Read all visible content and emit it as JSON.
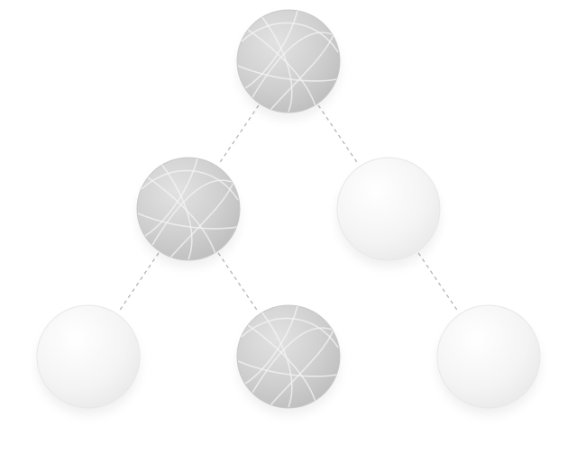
{
  "tree": {
    "nodes": [
      {
        "id": "root",
        "parent": null,
        "state": "patterned",
        "color": "#cfcfcf"
      },
      {
        "id": "left",
        "parent": "root",
        "state": "patterned",
        "color": "#cfcfcf"
      },
      {
        "id": "right",
        "parent": "root",
        "state": "plain",
        "color": "#f3f3f3"
      },
      {
        "id": "left-left",
        "parent": "left",
        "state": "plain",
        "color": "#f3f3f3"
      },
      {
        "id": "left-right",
        "parent": "left",
        "state": "patterned",
        "color": "#cfcfcf"
      },
      {
        "id": "right-right",
        "parent": "right",
        "state": "plain",
        "color": "#f3f3f3"
      }
    ],
    "edge_style": "dashed",
    "edge_color": "#b9b9b9"
  }
}
